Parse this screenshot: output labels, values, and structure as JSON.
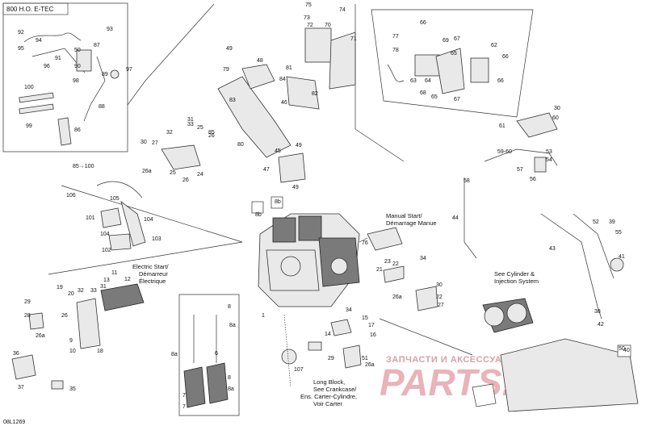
{
  "title": "800 H.O. E-TEC",
  "code": "08L1269",
  "notes": {
    "manual_start": [
      "Manual Start/",
      "Démarrage Manue"
    ],
    "electric_start": [
      "Electric Start/",
      "Démarreur",
      "Électrique"
    ],
    "cylinder": [
      "See Cylinder &",
      "Injection System"
    ],
    "long_block": [
      "Long Block,",
      "See Crankcase/",
      "Ens. Carter-Cylindre,",
      "Voir Carter"
    ]
  },
  "watermark": {
    "line1": "ЗАПЧАСТИ И АКСЕССУАРЫ ДЛЯ МОТОТЕХНИКИ",
    "line2": "PARTS..RU"
  },
  "callouts": {
    "tl": [
      "92",
      "93",
      "94",
      "87",
      "95",
      "91",
      "96",
      "50",
      "90",
      "89",
      "97",
      "100",
      "88",
      "98",
      "99",
      "86"
    ],
    "tc": [
      "75",
      "74",
      "73",
      "72",
      "70",
      "71",
      "49",
      "81",
      "48",
      "79",
      "84",
      "82",
      "83",
      "46",
      "80",
      "85",
      "45",
      "47",
      "49",
      "49"
    ],
    "tr": [
      "77",
      "66",
      "78",
      "69",
      "67",
      "62",
      "65",
      "66",
      "63",
      "64",
      "68",
      "65",
      "67",
      "66"
    ],
    "m": [
      "33",
      "31",
      "25",
      "32",
      "30",
      "27",
      "26",
      "24",
      "26a",
      "25",
      "26",
      "85→100",
      "106",
      "105",
      "101",
      "104",
      "103",
      "104",
      "102",
      "8b",
      "8b",
      "76",
      "23",
      "22",
      "34",
      "21",
      "30",
      "27",
      "26a",
      "22",
      "30",
      "61",
      "60",
      "59-60",
      "53",
      "57",
      "56",
      "54",
      "58",
      "52",
      "39",
      "44",
      "55",
      "41",
      "43",
      "38",
      "42",
      "40"
    ],
    "bl": [
      "11",
      "13",
      "12",
      "19",
      "20",
      "32",
      "33",
      "31",
      "29",
      "28",
      "26a",
      "26",
      "9",
      "10",
      "18",
      "36",
      "37",
      "35",
      "8",
      "8a",
      "8a",
      "6",
      "7",
      "8",
      "8a",
      "7",
      "1",
      "107",
      "34",
      "14",
      "15",
      "16",
      "17",
      "29",
      "51",
      "26a",
      "50"
    ]
  }
}
